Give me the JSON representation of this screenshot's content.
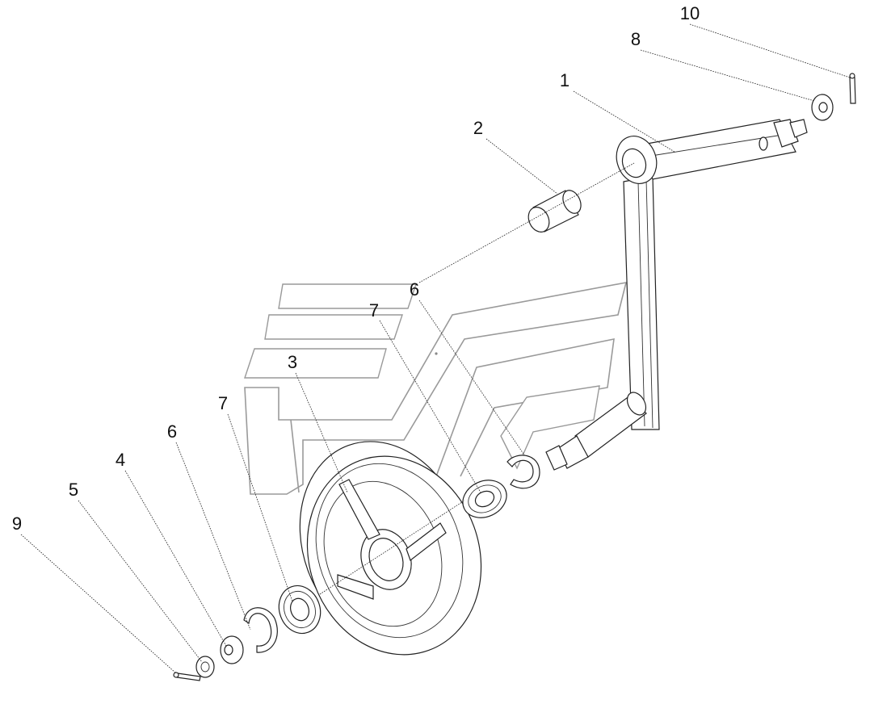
{
  "callouts": {
    "c1": "1",
    "c2": "2",
    "c3": "3",
    "c4": "4",
    "c5": "5",
    "c6a": "6",
    "c6b": "6",
    "c7a": "7",
    "c7b": "7",
    "c8": "8",
    "c9": "9",
    "c10": "10"
  }
}
